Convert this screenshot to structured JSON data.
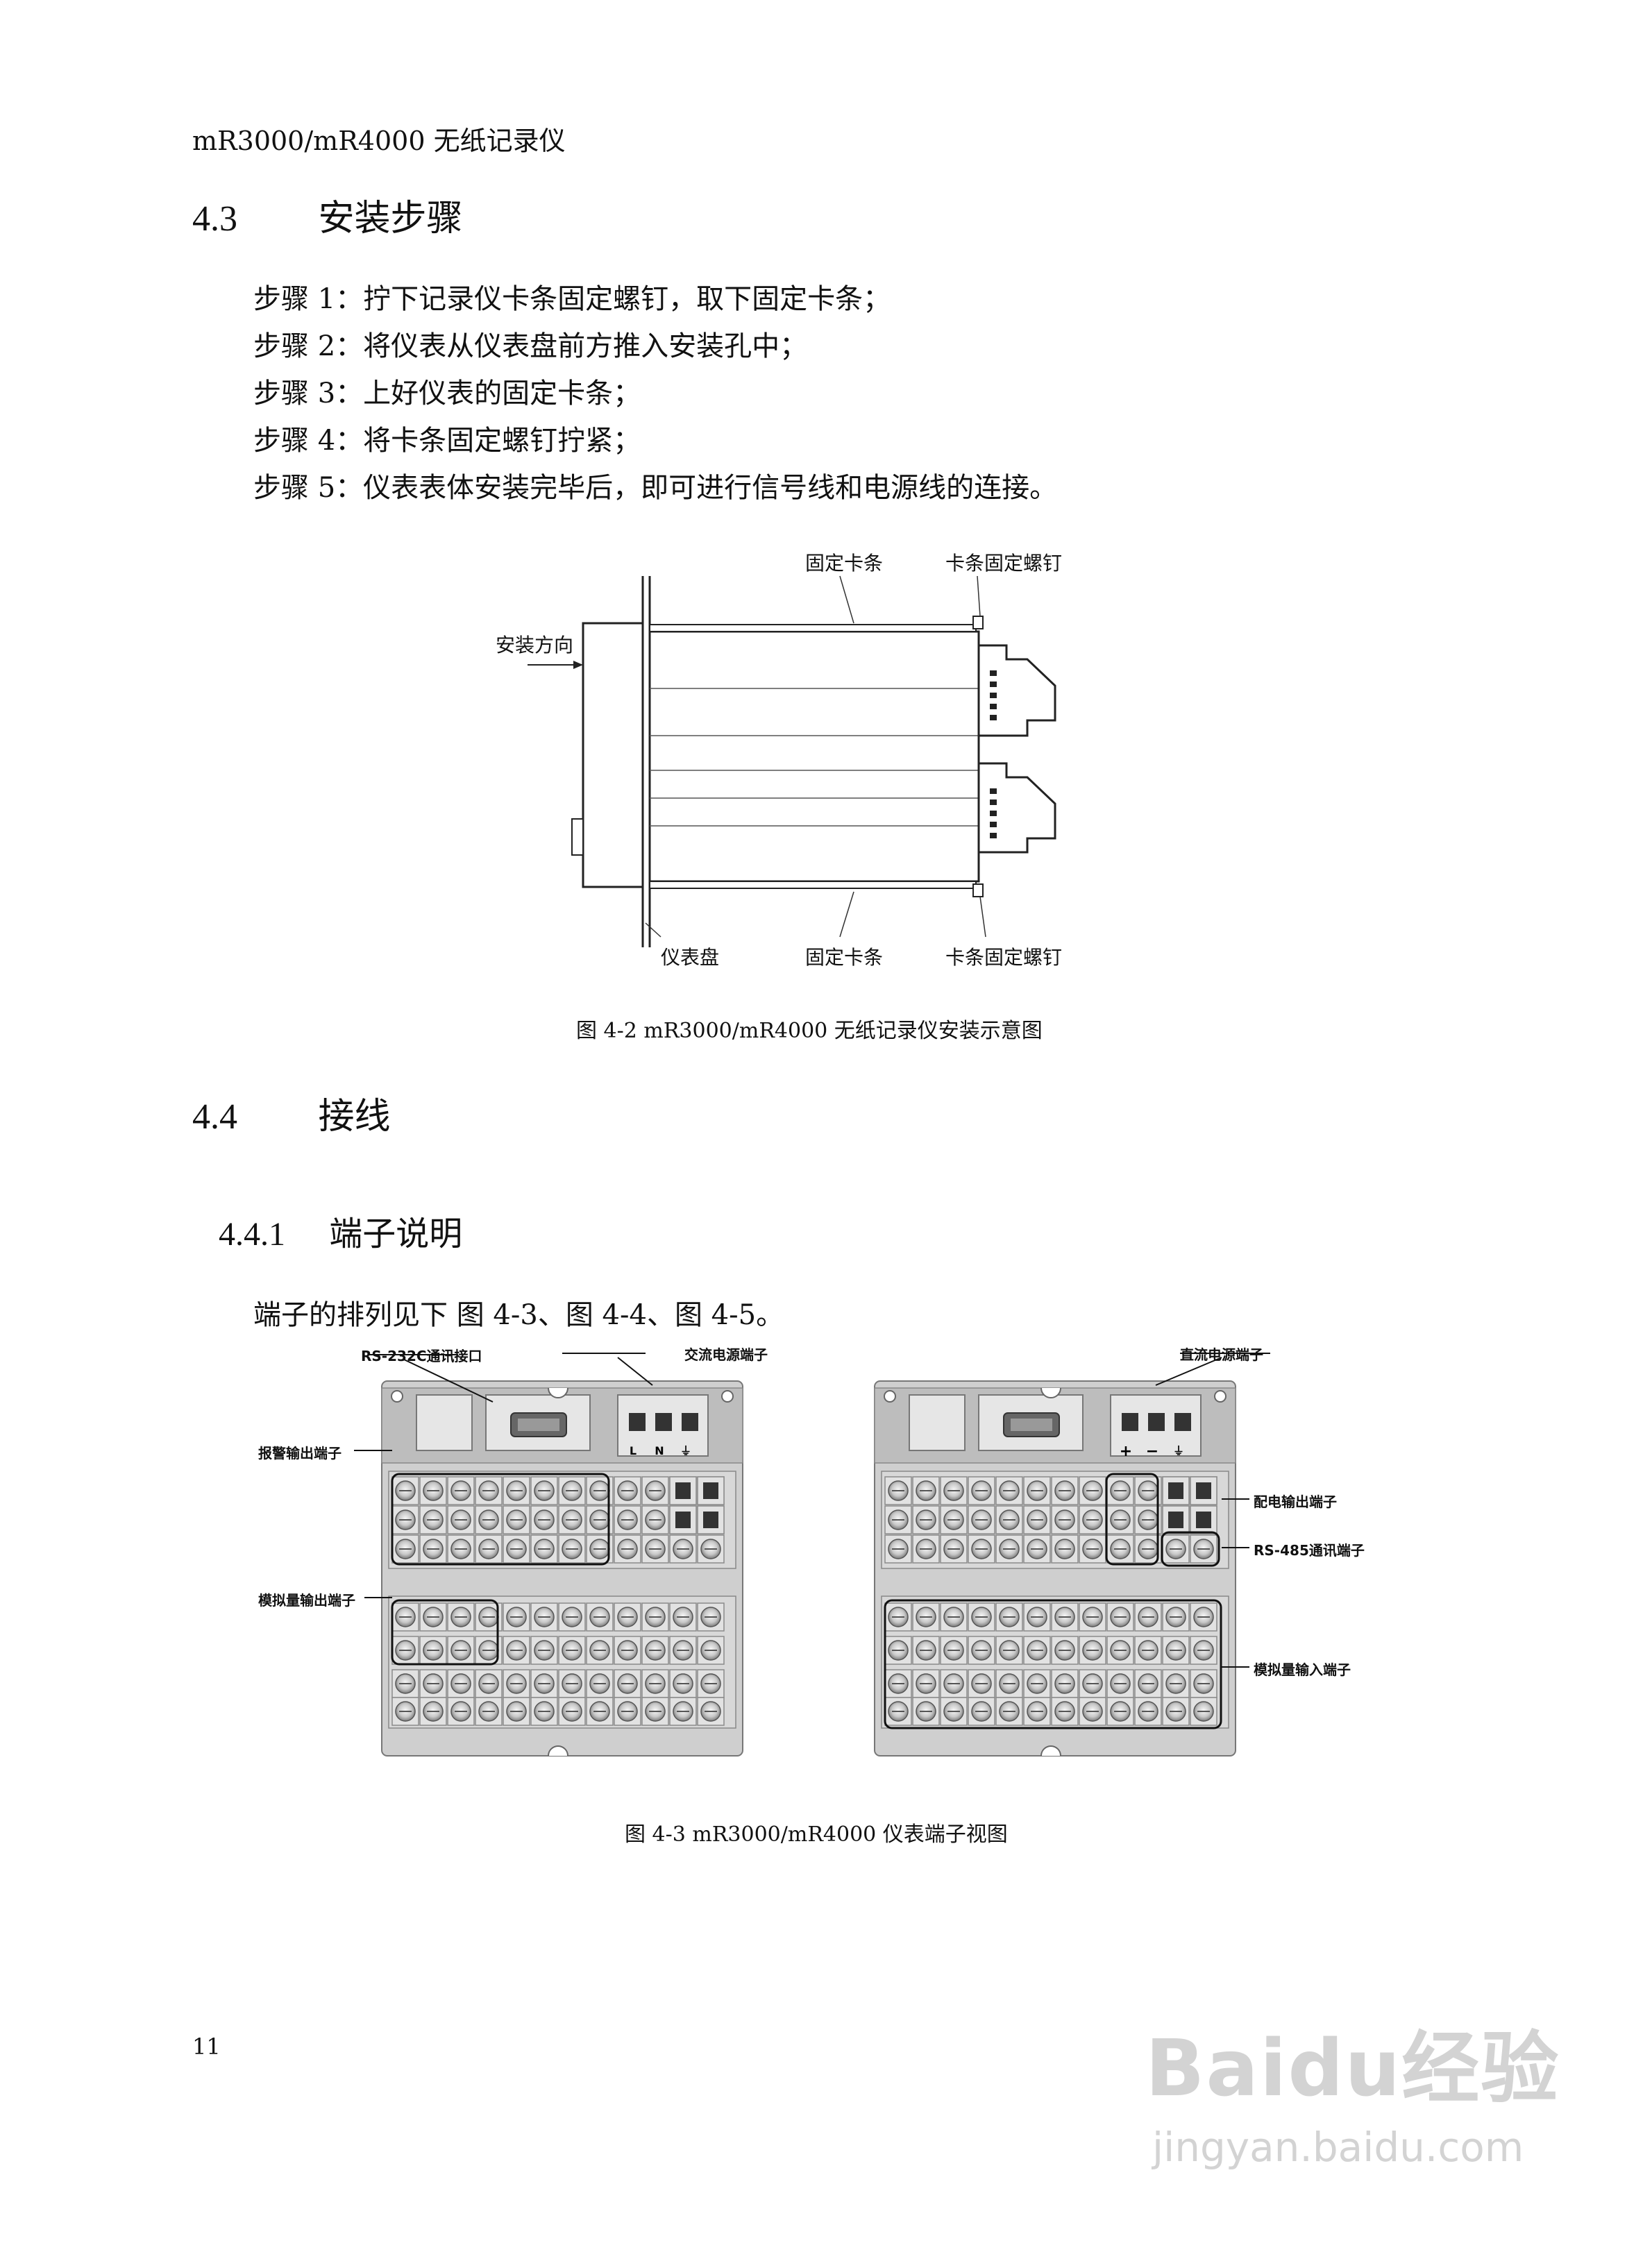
{
  "header": "mR3000/mR4000 无纸记录仪",
  "section_4_3": {
    "num": "4.3",
    "title": "安装步骤"
  },
  "steps": [
    "步骤 1：拧下记录仪卡条固定螺钉，取下固定卡条；",
    "步骤 2：将仪表从仪表盘前方推入安装孔中；",
    "步骤 3：上好仪表的固定卡条；",
    "步骤 4：将卡条固定螺钉拧紧；",
    "步骤 5：仪表表体安装完毕后，即可进行信号线和电源线的连接。"
  ],
  "fig42": {
    "label_card_top": "固定卡条",
    "label_screw_top": "卡条固定螺钉",
    "label_direction": "安装方向",
    "label_panel": "仪表盘",
    "label_card_bottom": "固定卡条",
    "label_screw_bottom": "卡条固定螺钉",
    "caption": "图 4-2 mR3000/mR4000 无纸记录仪安装示意图"
  },
  "section_4_4": {
    "num": "4.4",
    "title": "接线"
  },
  "section_4_4_1": {
    "num": "4.4.1",
    "title": "端子说明"
  },
  "terminal_intro": "端子的排列见下 图 4-3、图 4-4、图 4-5。",
  "fig43": {
    "left": {
      "rs232": "RS-232C通讯接口",
      "ac_power": "交流电源端子",
      "alarm_out": "报警输出端子",
      "analog_out": "模拟量输出端子",
      "power_marks": [
        "L",
        "N",
        "⏚"
      ]
    },
    "right": {
      "dc_power": "直流电源端子",
      "dist_out": "配电输出端子",
      "rs485": "RS-485通讯端子",
      "analog_in": "模拟量输入端子",
      "power_marks": [
        "+",
        "−",
        "⏚"
      ]
    },
    "caption": "图 4-3 mR3000/mR4000 仪表端子视图"
  },
  "page_number": "11",
  "watermark": {
    "brand": "Baidu经验",
    "url": "jingyan.baidu.com"
  }
}
